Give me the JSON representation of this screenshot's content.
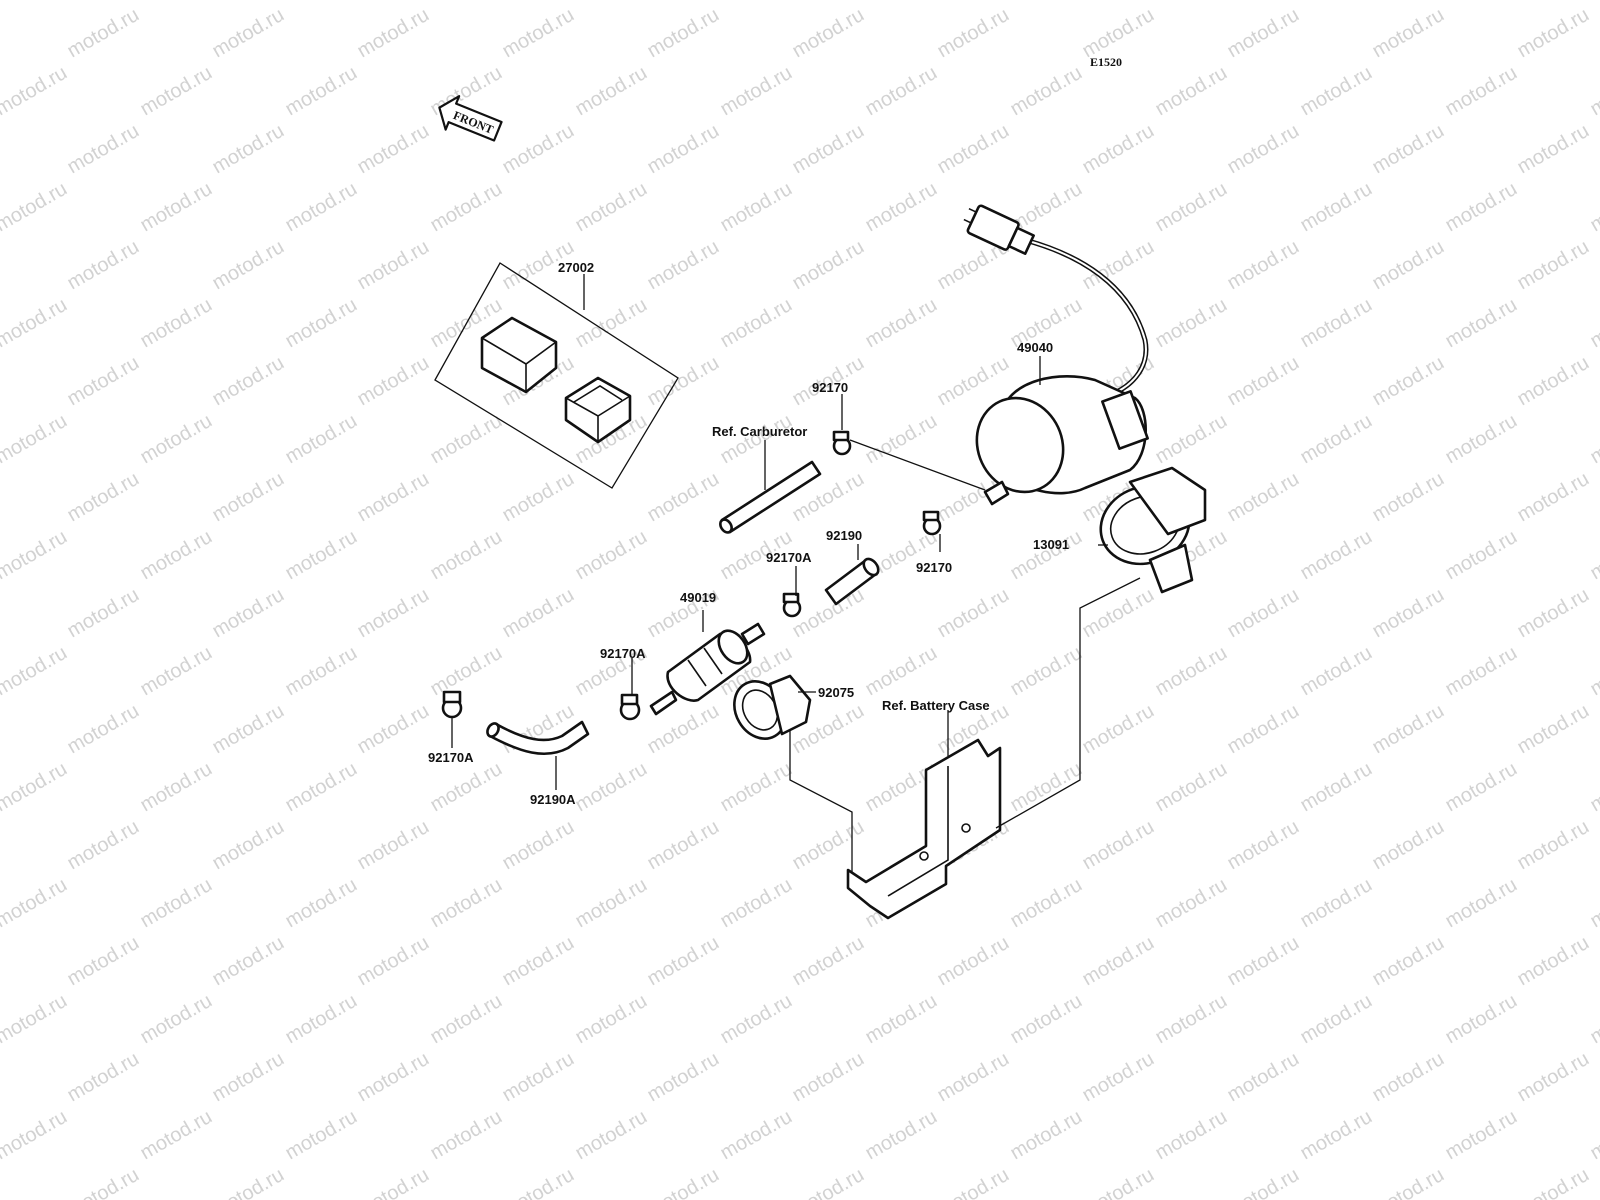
{
  "watermark": "motod.ru",
  "diagram_code": "E1520",
  "front_label": "FRONT",
  "labels": {
    "p27002": "27002",
    "p49040": "49040",
    "p92170_top": "92170",
    "ref_carburetor": "Ref. Carburetor",
    "p92190": "92190",
    "p92170a_mid": "92170A",
    "p92170_right": "92170",
    "p13091": "13091",
    "p49019": "49019",
    "p92170a_left": "92170A",
    "p92075": "92075",
    "ref_battery_case": "Ref. Battery Case",
    "p92170a_bottom": "92170A",
    "p92190a": "92190A"
  },
  "colors": {
    "line": "#111111",
    "watermark": "#d2d2d2",
    "background": "#ffffff"
  }
}
